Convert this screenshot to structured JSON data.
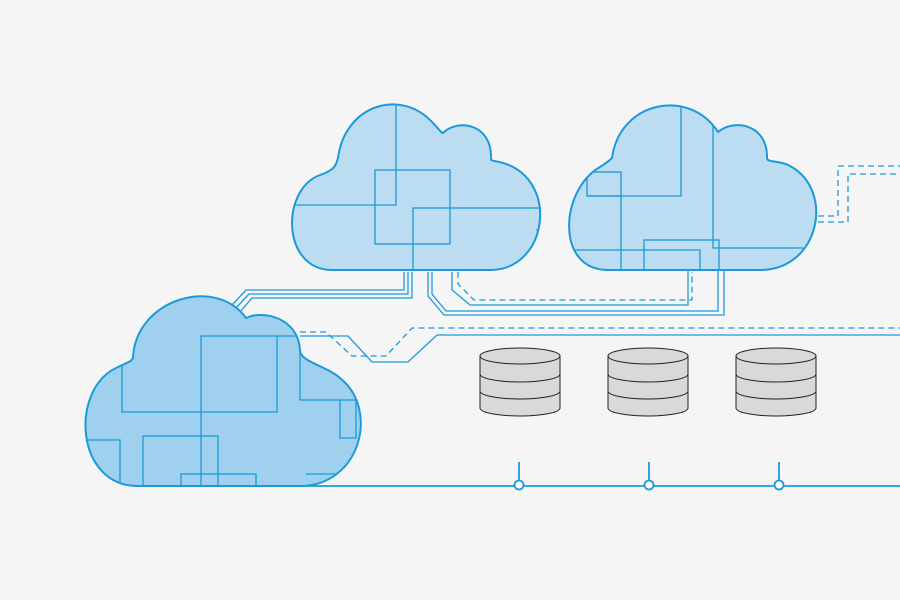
{
  "illustration": {
    "subject": "cloud-network-with-database-servers",
    "clouds": [
      {
        "id": "cloud-top-center",
        "fill": "#bcdcf2"
      },
      {
        "id": "cloud-top-right",
        "fill": "#bcdcf2"
      },
      {
        "id": "cloud-bottom-left",
        "fill": "#9fd1ef"
      }
    ],
    "databases": [
      {
        "id": "database-1",
        "disks": 3
      },
      {
        "id": "database-2",
        "disks": 3
      },
      {
        "id": "database-3",
        "disks": 3
      }
    ]
  },
  "colors": {
    "background": "#f5f5f5",
    "accent": "#1a9ad9",
    "cloud_fill": "#bcdcf2",
    "cloud_fill_dark": "#9fd1ef",
    "database_fill": "#d9d9d9",
    "database_stroke": "#222222"
  }
}
